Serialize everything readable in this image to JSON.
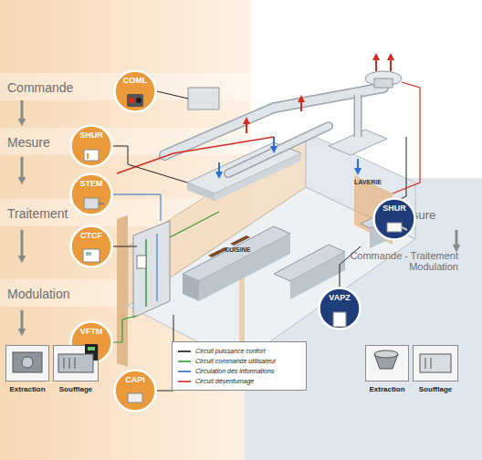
{
  "diagram": {
    "nodes": [
      {
        "text": [
          "Commande",
          "Mesure",
          "Traitement",
          "Modulation"
        ]
      },
      {
        "text": [
          "COML"
        ],
        "in": 0
      },
      {
        "text": [
          "SHUR"
        ],
        "in": 0
      },
      {
        "text": [
          "STEM"
        ],
        "in": 0
      },
      {
        "text": [
          "CTCF"
        ],
        "in": 0
      },
      {
        "text": [
          "VFTM"
        ],
        "in": 0
      },
      {
        "text": [
          "CAPI"
        ],
        "in": 0
      },
      {
        "text": [
          "Extraction"
        ],
        "in": 0
      },
      {
        "text": [
          "Soufflage"
        ],
        "in": 0
      },
      {
        "text": [
          "Mesure",
          "Commande - Traitement Modulation"
        ]
      },
      {
        "text": [
          "SHUR"
        ],
        "in": 9
      },
      {
        "text": [
          "VAPZ"
        ],
        "in": 9
      },
      {
        "text": [
          "Extraction"
        ],
        "in": 9
      },
      {
        "text": [
          "Soufflage"
        ],
        "in": 9
      }
    ],
    "labels": [
      "CUISINE",
      "LAVERIE"
    ],
    "legend": [
      {
        "text": "Circuit puissance confort"
      },
      {
        "text": "Circuit commande utilisateur"
      },
      {
        "text": "Circulation des informations"
      },
      {
        "text": "Circuit désenfumage"
      }
    ]
  }
}
